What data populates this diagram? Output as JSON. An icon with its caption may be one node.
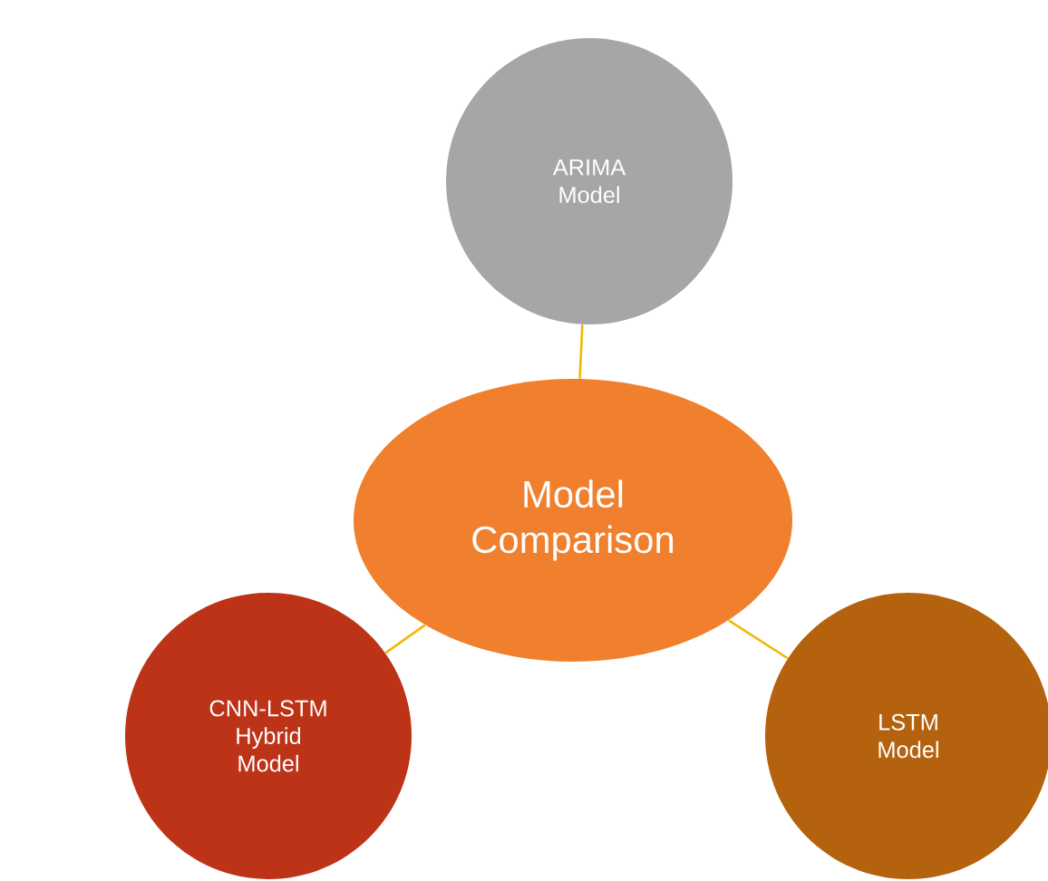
{
  "diagram": {
    "nodes": [
      {
        "text": [
          "ARIMA Model"
        ]
      },
      {
        "text": [
          "Model Comparison"
        ]
      },
      {
        "text": [
          "CNN-LSTM Hybrid Model"
        ]
      },
      {
        "text": [
          "LSTM Model"
        ]
      }
    ],
    "edges": [
      {
        "from": 1,
        "to": 0,
        "arrow": "none"
      },
      {
        "from": 1,
        "to": 2,
        "arrow": "none"
      },
      {
        "from": 1,
        "to": 3,
        "arrow": "none"
      }
    ]
  }
}
